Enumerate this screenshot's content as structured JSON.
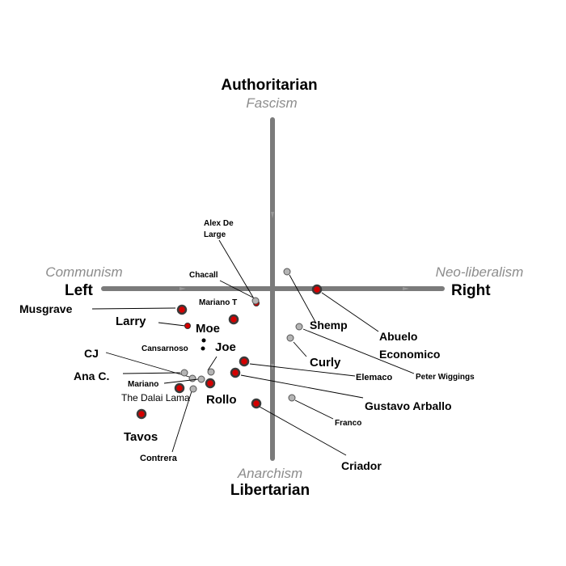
{
  "axes": {
    "top": {
      "title": "Authoritarian",
      "sub": "Fascism"
    },
    "bottom": {
      "title": "Libertarian",
      "sub": "Anarchism"
    },
    "left": {
      "title": "Left",
      "sub": "Communism"
    },
    "right": {
      "title": "Right",
      "sub": "Neo-liberalism"
    }
  },
  "people": [
    {
      "id": "alex-de-large",
      "label": [
        "Alex De",
        "Large"
      ],
      "marker": "small-red"
    },
    {
      "id": "chacall",
      "label": [
        "Chacall"
      ],
      "marker": "gray"
    },
    {
      "id": "mariano-t",
      "label": [
        "Mariano T"
      ],
      "marker": "red"
    },
    {
      "id": "musgrave",
      "label": [
        "Musgrave"
      ],
      "marker": "red"
    },
    {
      "id": "larry",
      "label": [
        "Larry"
      ],
      "marker": "small-red"
    },
    {
      "id": "moe",
      "label": [
        "Moe"
      ],
      "marker": "black"
    },
    {
      "id": "cansarnoso",
      "label": [
        "Cansarnoso"
      ],
      "marker": "black"
    },
    {
      "id": "joe",
      "label": [
        "Joe"
      ],
      "marker": "gray"
    },
    {
      "id": "cj",
      "label": [
        "CJ"
      ],
      "marker": "gray"
    },
    {
      "id": "ana-c",
      "label": [
        "Ana C."
      ],
      "marker": "gray"
    },
    {
      "id": "mariano",
      "label": [
        "Mariano"
      ],
      "marker": "gray"
    },
    {
      "id": "the-dalai-lama",
      "label": [
        "The Dalai Lama"
      ],
      "marker": "red"
    },
    {
      "id": "rollo",
      "label": [
        "Rollo"
      ],
      "marker": "red"
    },
    {
      "id": "tavos",
      "label": [
        "Tavos"
      ],
      "marker": "red"
    },
    {
      "id": "contrera",
      "label": [
        "Contrera"
      ],
      "marker": "gray"
    },
    {
      "id": "shemp",
      "label": [
        "Shemp"
      ],
      "marker": "gray"
    },
    {
      "id": "abuelo-economico",
      "label": [
        "Abuelo",
        "Economico"
      ],
      "marker": "red"
    },
    {
      "id": "curly",
      "label": [
        "Curly"
      ],
      "marker": "gray"
    },
    {
      "id": "peter-wiggings",
      "label": [
        "Peter Wiggings"
      ],
      "marker": "gray"
    },
    {
      "id": "elemaco",
      "label": [
        "Elemaco"
      ],
      "marker": "red"
    },
    {
      "id": "gustavo-arballo",
      "label": [
        "Gustavo Arballo"
      ],
      "marker": "red"
    },
    {
      "id": "franco",
      "label": [
        "Franco"
      ],
      "marker": "gray"
    },
    {
      "id": "criador",
      "label": [
        "Criador"
      ],
      "marker": "red"
    }
  ]
}
